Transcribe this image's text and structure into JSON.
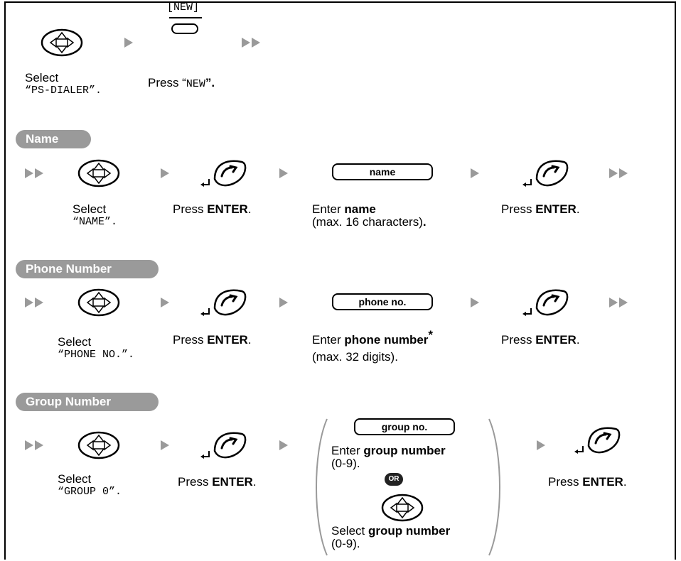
{
  "top": {
    "new_key_label": "[NEW]",
    "select_text": "Select",
    "select_value": "“PS-DIALER”.",
    "press_prefix": "Press “",
    "press_key": "NEW",
    "press_suffix": "”."
  },
  "name_section": {
    "header": "Name",
    "select_text": "Select",
    "select_value": "“NAME”.",
    "press1_prefix": "Press ",
    "press1_key": "ENTER",
    "press1_suffix": ".",
    "field_label": "name",
    "enter_prefix": "Enter ",
    "enter_bold": "name",
    "enter_limit": "(max. 16 characters)",
    "enter_limit_dot": ".",
    "press2_prefix": "Press ",
    "press2_key": "ENTER",
    "press2_suffix": "."
  },
  "phone_section": {
    "header": "Phone Number",
    "select_text": "Select",
    "select_value": "“PHONE NO.”.",
    "press1_prefix": "Press ",
    "press1_key": "ENTER",
    "press1_suffix": ".",
    "field_label": "phone no.",
    "enter_prefix": "Enter ",
    "enter_bold": "phone number",
    "asterisk": "*",
    "enter_limit": "(max. 32 digits).",
    "press2_prefix": "Press ",
    "press2_key": "ENTER",
    "press2_suffix": "."
  },
  "group_section": {
    "header": "Group Number",
    "select_text": "Select",
    "select_value": "“GROUP 0”.",
    "press1_prefix": "Press ",
    "press1_key": "ENTER",
    "press1_suffix": ".",
    "field_label": "group no.",
    "enter_prefix": "Enter ",
    "enter_bold": "group number",
    "enter_range": "(0-9).",
    "or_label": "OR",
    "select2_prefix": "Select ",
    "select2_bold": "group number",
    "select2_range": "(0-9).",
    "press2_prefix": "Press ",
    "press2_key": "ENTER",
    "press2_suffix": "."
  },
  "icons": {
    "navigator": "navigator-key-icon",
    "enter": "enter-key-icon",
    "softkey": "soft-key-icon",
    "next": "next-step-arrow-icon",
    "continue": "continue-double-arrow-icon"
  },
  "colors": {
    "accent_gray": "#9a9a9a",
    "text": "#000000"
  }
}
